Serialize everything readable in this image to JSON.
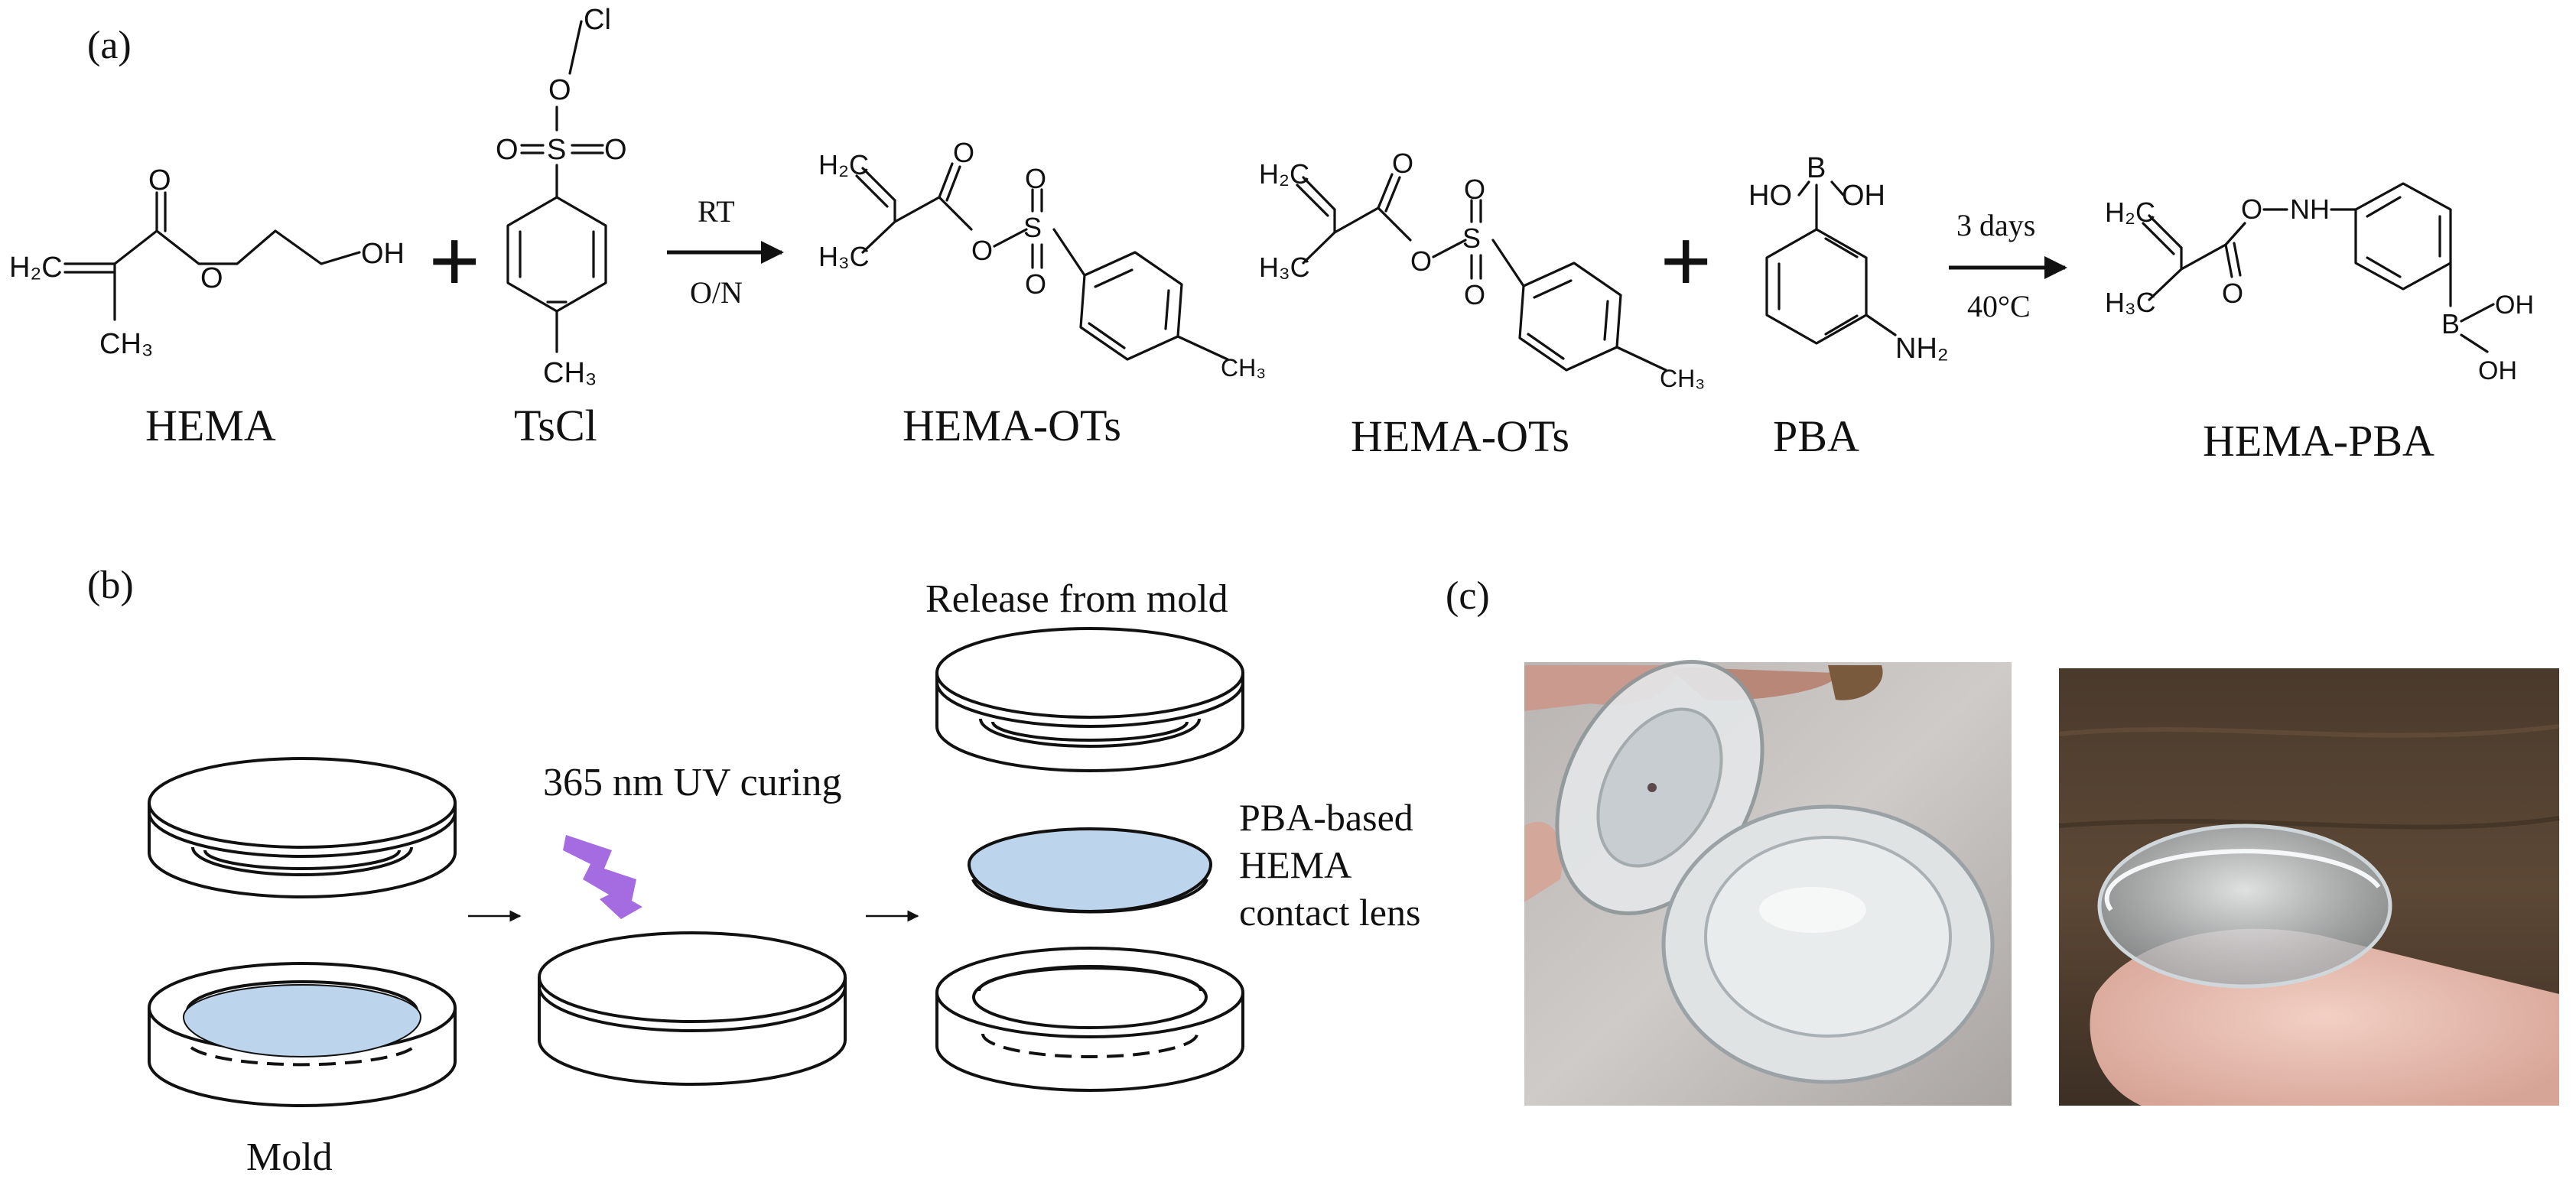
{
  "panels": {
    "a": "(a)",
    "b": "(b)",
    "c": "(c)"
  },
  "scheme": {
    "plus": "+",
    "step1": {
      "top": "RT",
      "bottom": "O/N"
    },
    "step2": {
      "top": "3 days",
      "bottom": "40°C"
    },
    "compounds": {
      "hema": "HEMA",
      "tscl": "TsCl",
      "hema_ots_1": "HEMA-OTs",
      "hema_ots_2": "HEMA-OTs",
      "pba": "PBA",
      "hema_pba": "HEMA-PBA"
    },
    "atoms": {
      "h2c": "H₂C",
      "h3c": "H₃C",
      "ch3": "CH₃",
      "o": "O",
      "oh": "OH",
      "ho": "HO",
      "cl": "Cl",
      "s": "S",
      "b": "B",
      "nh2": "NH₂",
      "nh": "NH"
    }
  },
  "process": {
    "uv_label": "365 nm UV curing",
    "release_label": "Release from mold",
    "lens_label_1": "PBA-based",
    "lens_label_2": "HEMA",
    "lens_label_3": "contact lens",
    "mold_label": "Mold",
    "lens_fill": "#bcd4ec",
    "bolt_color": "#a56be0"
  }
}
